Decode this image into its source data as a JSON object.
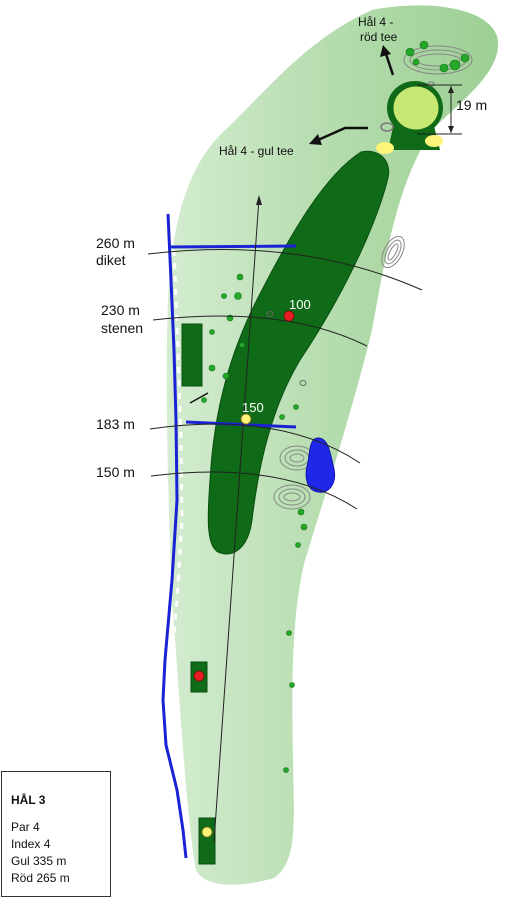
{
  "hole": {
    "title": "HÅL 3",
    "par": "Par 4",
    "index": "Index 4",
    "yellow_length": "Gul 335 m",
    "red_length": "Röd 265 m"
  },
  "next_tees": {
    "red_tee": [
      "Hål 4 -",
      "röd tee"
    ],
    "yellow_tee": "Hål 4 - gul tee"
  },
  "green_depth": "19 m",
  "distance_lines": [
    {
      "label": [
        "260 m",
        "diket"
      ]
    },
    {
      "label": [
        "230 m",
        "stenen"
      ]
    },
    {
      "label": [
        "183 m"
      ]
    },
    {
      "label": [
        "150 m"
      ]
    }
  ],
  "markers": [
    {
      "text": "100",
      "color": "#e81e25"
    },
    {
      "text": "150",
      "color": "#fff17a"
    }
  ],
  "colors": {
    "rough": "#a9d5a0",
    "light_rough": "#c7e6c1",
    "fairway": "#0f6b17",
    "green": "#c8e874",
    "water": "#1f28e8",
    "boundary": "#1a22d6",
    "bunker": "#fdf47a",
    "tree": "#25a82a"
  }
}
